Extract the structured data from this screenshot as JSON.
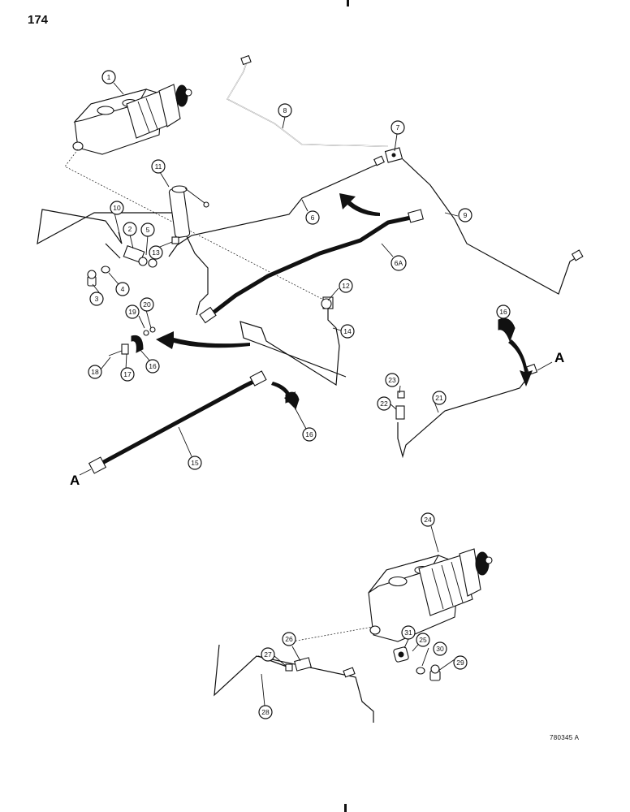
{
  "page_number": "174",
  "figure_code": "780345 A",
  "connection_marker": "A",
  "callouts": [
    "1",
    "2",
    "3",
    "4",
    "5",
    "6",
    "6A",
    "7",
    "8",
    "9",
    "10",
    "11",
    "12",
    "13",
    "14",
    "15",
    "16",
    "17",
    "18",
    "19",
    "20",
    "21",
    "22",
    "23",
    "24",
    "25",
    "26",
    "27",
    "28",
    "29",
    "30",
    "31"
  ]
}
